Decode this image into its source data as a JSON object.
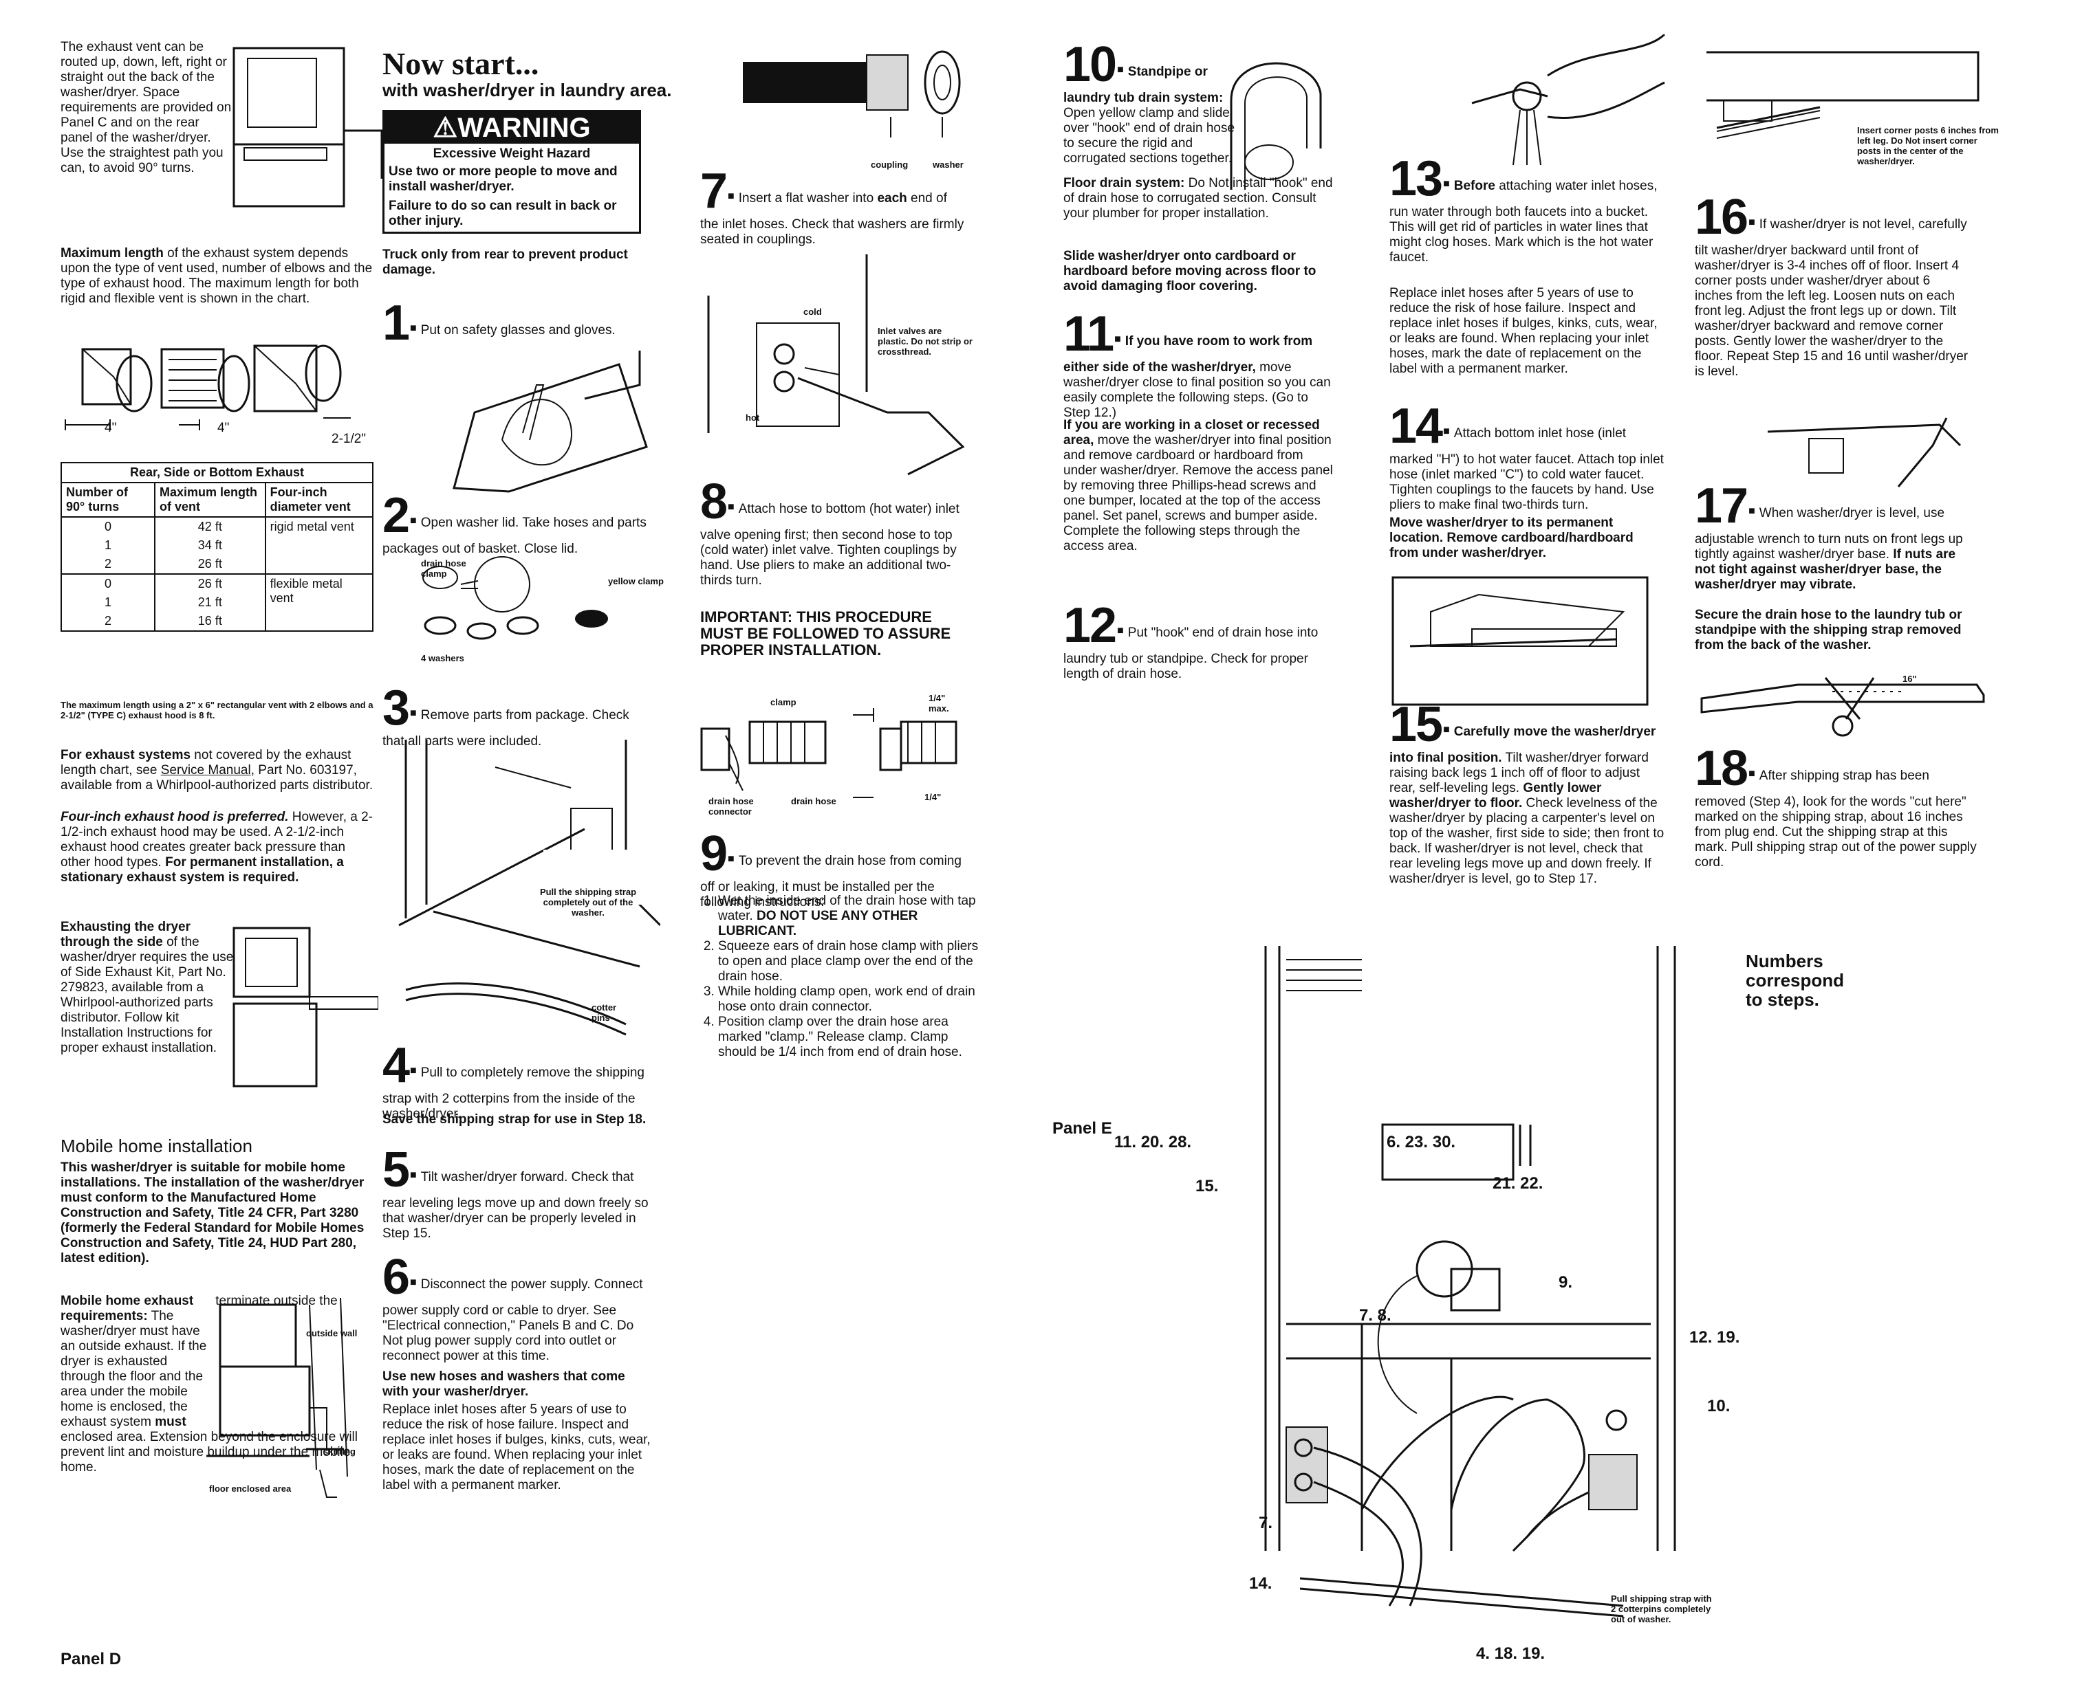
{
  "panels": {
    "left": "Panel D",
    "right": "Panel E"
  },
  "exhaust": {
    "intro": "The exhaust vent can be routed up, down, left, right or straight out the back of the washer/dryer. Space requirements are provided on Panel C and on the rear panel of the washer/dryer. Use the straightest path you can, to avoid 90° turns.",
    "maxlen_bold": "Maximum length",
    "maxlen": " of the exhaust system depends upon the type of vent used, number of elbows and the type of exhaust hood. The maximum length for both rigid and flexible vent is shown in the chart.",
    "dims": [
      "4\"",
      "4\"",
      "2-1/2\""
    ],
    "table": {
      "title": "Rear, Side or Bottom Exhaust",
      "headers": [
        "Number of 90° turns",
        "Maximum length of vent",
        "Four-inch diameter vent"
      ],
      "rows": [
        [
          "0",
          "42 ft",
          "rigid metal vent"
        ],
        [
          "1",
          "34 ft",
          ""
        ],
        [
          "2",
          "26 ft",
          ""
        ],
        [
          "0",
          "26 ft",
          "flexible metal vent"
        ],
        [
          "1",
          "21 ft",
          ""
        ],
        [
          "2",
          "16 ft",
          ""
        ]
      ]
    },
    "table_note": "The maximum length using a 2\" x 6\" rectangular vent with 2 elbows and a 2-1/2\" (TYPE C) exhaust hood is 8 ft.",
    "other_bold": "For exhaust systems",
    "other": " not covered by the exhaust length chart, see ",
    "manual_link": "Service Manual",
    "other2": ", Part No. 603197, available from a Whirlpool-authorized parts distributor.",
    "fourinch_bold": "Four-inch exhaust hood is preferred.",
    "fourinch": " However, a 2-1/2-inch exhaust hood may be used. A 2-1/2-inch exhaust hood creates greater back pressure than other hood types. ",
    "permanent_bold": "For permanent installation, a stationary exhaust system is required.",
    "side_bold": "Exhausting the dryer through the side",
    "side": " of the washer/dryer requires the use of Side Exhaust Kit, Part No. 279823, available from a Whirlpool-authorized parts distributor. Follow kit Installation Instructions for proper exhaust installation."
  },
  "mobile": {
    "heading": "Mobile home installation",
    "bold": "This washer/dryer is suitable for mobile home installations. The installation of the washer/dryer must conform to the Manufactured Home Construction and Safety, Title 24 CFR, Part 3280 (formerly the Federal Standard for Mobile Homes Construction and Safety, Title 24, HUD Part 280, latest edition).",
    "exhaust_bold": "Mobile home exhaust requirements:",
    "exhaust": " The washer/dryer must have an outside exhaust. If the dryer is exhausted through the floor and the area under the mobile home is enclosed, the exhaust system ",
    "must_bold": "must",
    "exhaust2": " terminate outside the enclosed area. Extension beyond the enclosure will prevent lint and moisture buildup under the mobile home.",
    "labels": {
      "outside": "outside wall",
      "skirting": "skirting",
      "floor": "floor enclosed area"
    }
  },
  "now": {
    "title": "Now start...",
    "subtitle": "with washer/dryer in laundry area.",
    "warning": {
      "head": "WARNING",
      "hazard": "Excessive Weight Hazard",
      "line1": "Use two or more people to move and install washer/dryer.",
      "line2": "Failure to do so can result in back or other injury."
    },
    "truck": "Truck only from rear to prevent product damage."
  },
  "steps": {
    "s1": {
      "num": "1",
      "text": "Put on safety glasses and gloves."
    },
    "s2": {
      "num": "2",
      "text": "Open washer lid. Take hoses and parts packages out of basket. Close lid.",
      "labels": {
        "clamp": "drain hose clamp",
        "yellow": "yellow clamp",
        "washers": "4 washers"
      }
    },
    "s3": {
      "num": "3",
      "text": "Remove parts from package. Check that all parts were included.",
      "label": "Pull the shipping strap completely out of the washer."
    },
    "s4": {
      "num": "4",
      "text": "Pull to completely remove the shipping strap with 2 cotterpins from the inside of the washer/dryer.",
      "label": "cotter pins",
      "note": "Save the shipping strap for use in Step 18."
    },
    "s5": {
      "num": "5",
      "text": "Tilt washer/dryer forward. Check that rear leveling legs move up and down freely so that washer/dryer can be properly leveled in Step 15."
    },
    "s6": {
      "num": "6",
      "text": "Disconnect the power supply. Connect power supply cord or cable to dryer. See \"Electrical connection,\" Panels B and C. Do Not plug power supply cord into outlet or reconnect power at this time.",
      "hoses_bold": "Use new hoses and washers that come with your washer/dryer.",
      "replace": "Replace inlet hoses after 5 years of use to reduce the risk of hose failure. Inspect and replace inlet hoses if bulges, kinks, cuts, wear, or leaks are found. When replacing your inlet hoses, mark the date of replacement on the label with a permanent marker."
    },
    "s7": {
      "num": "7",
      "text_a": "Insert a flat washer into ",
      "text_bold": "each",
      "text_b": " end of the inlet hoses. Check that washers are firmly seated in couplings.",
      "labels": {
        "coupling": "coupling",
        "washer": "washer"
      }
    },
    "s8": {
      "num": "8",
      "text": "Attach hose to bottom (hot water) inlet valve opening first; then second hose to top (cold water) inlet valve. Tighten couplings by hand. Use pliers to make an additional two-thirds turn.",
      "labels": {
        "cold": "cold",
        "hot": "hot",
        "valves": "Inlet valves are plastic. Do not strip or crossthread."
      },
      "important": "IMPORTANT: THIS PROCEDURE MUST BE FOLLOWED TO ASSURE PROPER INSTALLATION."
    },
    "s9": {
      "num": "9",
      "text": "To prevent the drain hose from coming off or leaking, it must be installed per the following instructions:",
      "labels": {
        "clamp": "clamp",
        "connector": "drain hose connector",
        "hose": "drain hose",
        "quarter": "1/4\" max.",
        "quarter2": "1/4\""
      },
      "items": [
        {
          "a": "Wet the inside end of the drain hose with tap water. ",
          "b": "DO NOT USE ANY OTHER LUBRICANT."
        },
        {
          "a": "Squeeze ears of drain hose clamp with pliers to open and place clamp over the end of the drain hose.",
          "b": ""
        },
        {
          "a": "While holding clamp open, work end of drain hose onto drain connector.",
          "b": ""
        },
        {
          "a": "Position clamp over the drain hose area marked \"clamp.\" Release clamp. Clamp should be 1/4 inch from end of drain hose.",
          "b": ""
        }
      ]
    },
    "s10": {
      "num": "10",
      "head": "Standpipe or laundry tub drain system:",
      "text": " Open yellow clamp and slide over \"hook\" end of drain hose to secure the rigid and corrugated sections together.",
      "floor_bold": "Floor drain system:",
      "floor": " Do Not install \"hook\" end of drain hose to corrugated section. Consult your plumber for proper installation.",
      "slide_bold": "Slide washer/dryer onto cardboard or hardboard before moving across floor to avoid damaging floor covering."
    },
    "s11": {
      "num": "11",
      "head": "If you have room to work from either side of the washer/dryer,",
      "text": " move washer/dryer close to final position so you can easily complete the following steps. (Go to Step 12.)",
      "closet_bold": "If you are working in a closet or recessed area,",
      "closet": " move the washer/dryer into final position and remove cardboard or hardboard from under washer/dryer. Remove the access panel by removing three Phillips-head screws and one bumper, located at the top of the access panel. Set panel, screws and bumper aside. Complete the following steps through the access area."
    },
    "s12": {
      "num": "12",
      "text": "Put \"hook\" end of drain hose into laundry tub or standpipe. Check for proper length of drain hose."
    },
    "s13": {
      "num": "13",
      "head": "Before",
      "text": " attaching water inlet hoses, run water through both faucets into a bucket. This will get rid of particles in water lines that might clog hoses. Mark which is the hot water faucet.",
      "replace": "Replace inlet hoses after 5 years of use to reduce the risk of hose failure. Inspect and replace inlet hoses if bulges, kinks, cuts, wear, or leaks are found. When replacing your inlet hoses, mark the date of replacement on the label with a permanent marker."
    },
    "s14": {
      "num": "14",
      "text": "Attach bottom inlet hose (inlet marked \"H\") to hot water faucet. Attach top inlet hose (inlet marked \"C\") to cold water faucet. Tighten couplings to the faucets by hand. Use pliers to make final two-thirds turn.",
      "move_bold": "Move washer/dryer to its permanent location. Remove cardboard/hardboard from under washer/dryer."
    },
    "s15": {
      "num": "15",
      "head": "Carefully move the washer/dryer into final position.",
      "text": " Tilt washer/dryer forward raising back legs 1 inch off of floor to adjust rear, self-leveling legs. ",
      "gently_bold": "Gently lower washer/dryer to floor.",
      "text2": " Check levelness of the washer/dryer by placing a carpenter's level on top of the washer, first side to side; then front to back. If washer/dryer is not level, check that rear leveling legs move up and down freely. If washer/dryer is level, go to Step 17."
    },
    "s16": {
      "num": "16",
      "label": "Insert corner posts 6 inches from left leg. Do Not insert corner posts in the center of the washer/dryer.",
      "text": "If washer/dryer is not level, carefully tilt washer/dryer backward until front of washer/dryer is 3-4 inches off of floor. Insert 4 corner posts under washer/dryer about 6 inches from the left leg. Loosen nuts on each front leg. Adjust the front legs up or down. Tilt washer/dryer backward and remove corner posts. Gently lower the washer/dryer to the floor. Repeat Step 15 and 16 until washer/dryer is level."
    },
    "s17": {
      "num": "17",
      "text": "When washer/dryer is level, use adjustable wrench to turn nuts on front legs up tightly against washer/dryer base. ",
      "tight_bold": "If nuts are not tight against washer/dryer base, the washer/dryer may vibrate.",
      "secure_bold": "Secure the drain hose to the laundry tub or standpipe with the shipping strap removed from the back of the washer."
    },
    "s18": {
      "num": "18",
      "dim": "16\"",
      "text": "After shipping strap has been removed (Step 4), look for the words \"cut here\" marked on the shipping strap, about 16 inches from plug end. Cut the shipping strap at this mark. Pull shipping strap out of the power supply cord."
    }
  },
  "diagram": {
    "title": "Numbers correspond to steps.",
    "callouts": [
      "11. 20. 28.",
      "15.",
      "6. 23. 30.",
      "21. 22.",
      "7. 8.",
      "9.",
      "12. 19.",
      "10.",
      "7.",
      "14.",
      "4. 18. 19."
    ],
    "strap_label": "Pull shipping strap with 2 cotterpins completely out of washer."
  }
}
